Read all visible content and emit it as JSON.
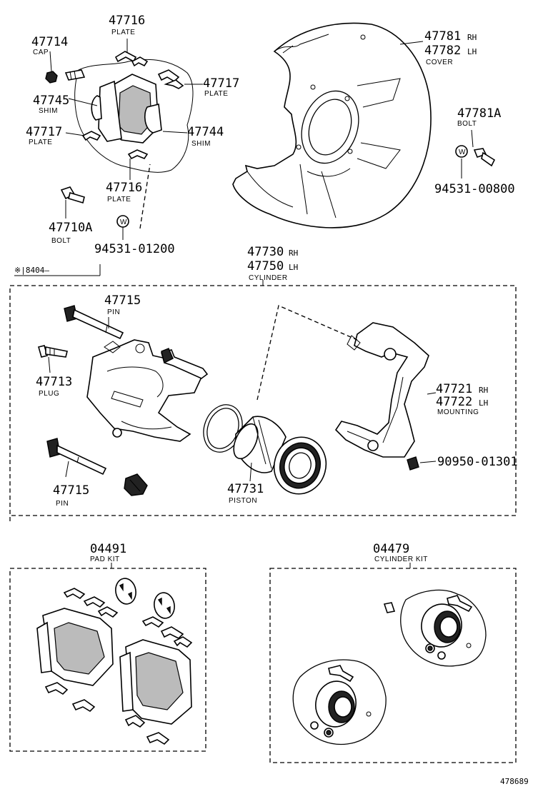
{
  "labels": {
    "p47716_top": {
      "num": "47716",
      "name": "PLATE"
    },
    "p47714": {
      "num": "47714",
      "name": "CAP"
    },
    "p47745": {
      "num": "47745",
      "name": "SHIM"
    },
    "p47717_right": {
      "num": "47717",
      "name": "PLATE"
    },
    "p47717_left": {
      "num": "47717",
      "name": "PLATE"
    },
    "p47744": {
      "num": "47744",
      "name": "SHIM"
    },
    "p47716_bottom": {
      "num": "47716",
      "name": "PLATE"
    },
    "p47710A": {
      "num": "47710A",
      "name": "BOLT"
    },
    "p94531_01200": {
      "num": "94531-01200"
    },
    "p47781": {
      "num": "47781",
      "side": "RH"
    },
    "p47782": {
      "num": "47782",
      "side": "LH",
      "name": "COVER"
    },
    "p47781A": {
      "num": "47781A",
      "name": "BOLT"
    },
    "p94531_00800": {
      "num": "94531-00800"
    },
    "p47730": {
      "num": "47730",
      "side": "RH"
    },
    "p47750": {
      "num": "47750",
      "side": "LH",
      "name": "CYLINDER"
    },
    "p47715_top": {
      "num": "47715",
      "name": "PIN"
    },
    "p47713": {
      "num": "47713",
      "name": "PLUG"
    },
    "p47721": {
      "num": "47721",
      "side": "RH"
    },
    "p47722": {
      "num": "47722",
      "side": "LH",
      "name": "MOUNTING"
    },
    "p90950_01301": {
      "num": "90950-01301"
    },
    "p47715_bottom": {
      "num": "47715",
      "name": "PIN"
    },
    "p47731": {
      "num": "47731",
      "name": "PISTON"
    },
    "p04491": {
      "num": "04491",
      "name": "PAD KIT"
    },
    "p04479": {
      "num": "04479",
      "name": "CYLINDER KIT"
    }
  },
  "washer_mark": "W",
  "section_note": "※|8404—",
  "figure_id": "478689"
}
